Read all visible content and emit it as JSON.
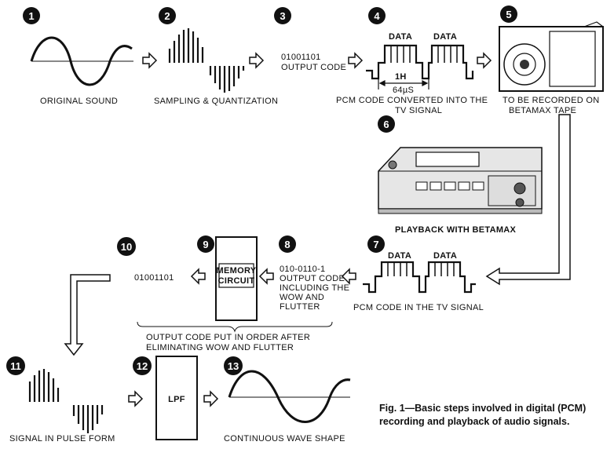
{
  "steps": {
    "s1": {
      "number": "1",
      "label": "ORIGINAL SOUND"
    },
    "s2": {
      "number": "2",
      "label": "SAMPLING & QUANTIZATION"
    },
    "s3": {
      "number": "3",
      "code": "01001101",
      "label": "OUTPUT CODE"
    },
    "s4": {
      "number": "4",
      "data1": "DATA",
      "data2": "DATA",
      "period": "1H",
      "time": "64µS",
      "label_line1": "PCM CODE CONVERTED INTO THE",
      "label_line2": "TV SIGNAL"
    },
    "s5": {
      "number": "5",
      "label_line1": "TO BE RECORDED ON",
      "label_line2": "BETAMAX TAPE"
    },
    "s6": {
      "number": "6",
      "label": "PLAYBACK WITH BETAMAX"
    },
    "s7": {
      "number": "7",
      "data1": "DATA",
      "data2": "DATA",
      "label": "PCM CODE IN THE TV SIGNAL"
    },
    "s8": {
      "number": "8",
      "line1": "010-0110-1",
      "line2": "OUTPUT CODE",
      "line3": "INCLUDING THE",
      "line4": "WOW AND",
      "line5": "FLUTTER"
    },
    "s9": {
      "number": "9",
      "line1": "MEMORY",
      "line2": "CIRCUIT"
    },
    "s10": {
      "number": "10",
      "code": "01001101"
    },
    "s11": {
      "number": "11",
      "label": "SIGNAL IN PULSE FORM"
    },
    "s12": {
      "number": "12",
      "box": "LPF"
    },
    "s13": {
      "number": "13",
      "label": "CONTINUOUS WAVE SHAPE"
    }
  },
  "brace_note": {
    "line1": "OUTPUT CODE PUT IN ORDER AFTER",
    "line2": "ELIMINATING WOW AND FLUTTER"
  },
  "caption": {
    "line1": "Fig. 1—Basic steps involved in digital (PCM)",
    "line2": "recording and playback of audio signals."
  }
}
